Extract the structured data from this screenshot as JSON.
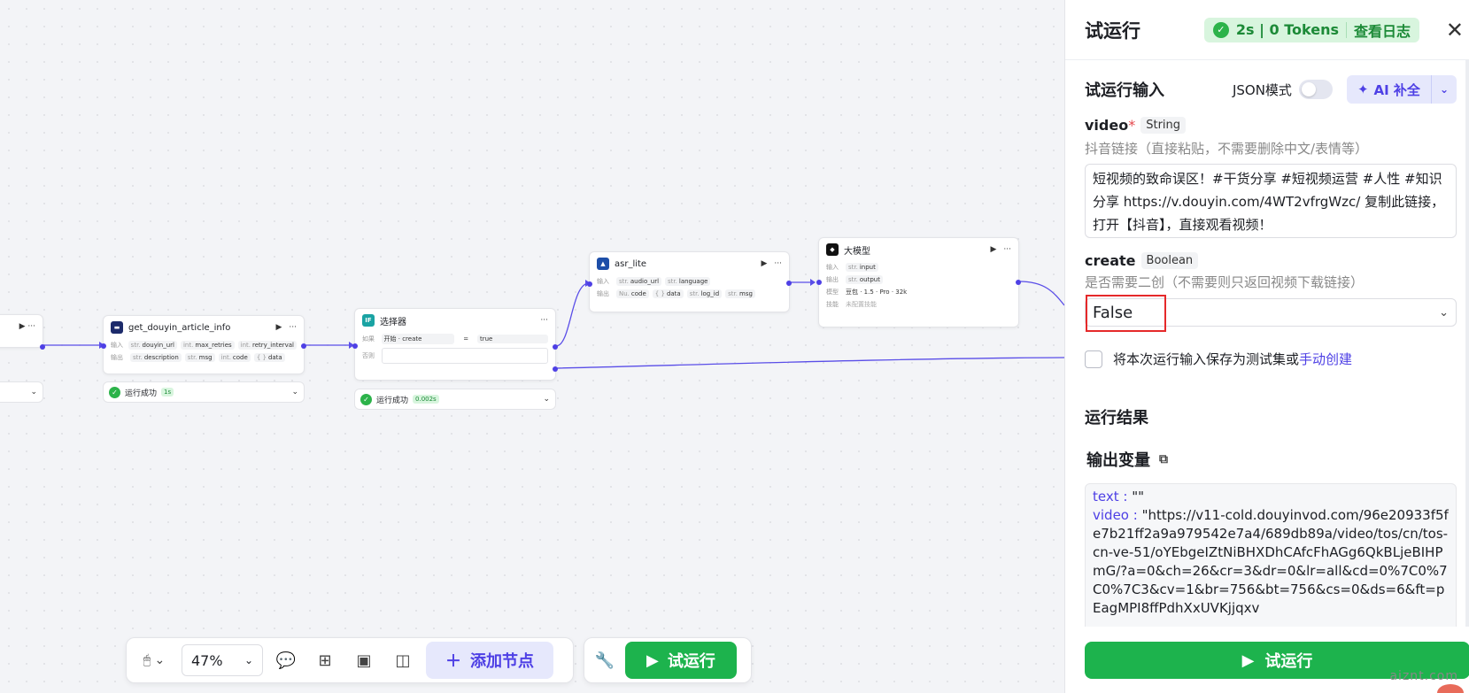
{
  "canvas": {
    "nodes": {
      "left_partial": {
        "tools": "▶ ···"
      },
      "get_info": {
        "title": "get_douyin_article_info",
        "in_label": "输入",
        "out_label": "输出",
        "inputs": [
          {
            "type": "str.",
            "name": "douyin_url"
          },
          {
            "type": "int.",
            "name": "max_retries"
          },
          {
            "type": "int.",
            "name": "retry_interval"
          }
        ],
        "outputs": [
          {
            "type": "str.",
            "name": "description"
          },
          {
            "type": "str.",
            "name": "msg"
          },
          {
            "type": "int.",
            "name": "code"
          },
          {
            "type": "{ }",
            "name": "data"
          }
        ],
        "status": "运行成功",
        "time": "1s"
      },
      "selector": {
        "title": "选择器",
        "if_label": "如果",
        "else_label": "否则",
        "cond_left": "开始 · create",
        "cond_op": "=",
        "cond_right": "true",
        "status": "运行成功",
        "time": "0.002s"
      },
      "asr": {
        "title": "asr_lite",
        "in_label": "输入",
        "out_label": "输出",
        "inputs": [
          {
            "type": "str.",
            "name": "audio_url"
          },
          {
            "type": "str.",
            "name": "language"
          }
        ],
        "outputs": [
          {
            "type": "Nu.",
            "name": "code"
          },
          {
            "type": "{ }",
            "name": "data"
          },
          {
            "type": "str.",
            "name": "log_id"
          },
          {
            "type": "str.",
            "name": "msg"
          }
        ]
      },
      "llm": {
        "title": "大模型",
        "in_label": "输入",
        "out_label": "输出",
        "model_label": "模型",
        "skill_label": "技能",
        "input": {
          "type": "str.",
          "name": "input"
        },
        "output": {
          "type": "str.",
          "name": "output"
        },
        "model": "豆包 · 1.5 · Pro · 32k",
        "skill": "未配置技能"
      }
    }
  },
  "toolbar": {
    "zoom": "47%",
    "add_node": "添加节点",
    "run": "试运行"
  },
  "panel": {
    "title": "试运行",
    "run_stats": "2s | 0 Tokens",
    "view_log": "查看日志",
    "input_section": "试运行输入",
    "json_mode": "JSON模式",
    "ai_fill": "AI 补全",
    "video_field": {
      "name": "video",
      "type": "String",
      "description": "抖音链接（直接粘贴，不需要删除中文/表情等）",
      "value": "短视频的致命误区！#干货分享 #短视频运营 #人性 #知识分享 https://v.douyin.com/4WT2vfrgWzc/ 复制此链接，打开【抖音】，直接观看视频！"
    },
    "create_field": {
      "name": "create",
      "type": "Boolean",
      "description": "是否需要二创（不需要则只返回视频下载链接）",
      "value": "False"
    },
    "save_text": "将本次运行输入保存为测试集或",
    "save_link": "手动创建",
    "result_section": "运行结果",
    "output_vars": "输出变量",
    "output": {
      "text_key": "text :",
      "text_val": "\"\"",
      "video_key": "video :",
      "video_val": "\"https://v11-cold.douyinvod.com/96e20933f5fe7b21ff2a9a979542e7a4/689db89a/video/tos/cn/tos-cn-ve-51/oYEbgeIZtNiBHXDhCAfcFhAGg6QkBLjeBIHPmG/?a=0&ch=26&cr=3&dr=0&lr=all&cd=0%7C0%7C0%7C3&cv=1&br=756&bt=756&cs=0&ds=6&ft=pEagMPI8ffPdhXxUVKjjqxv"
    },
    "run_button": "试运行"
  },
  "watermark": "aiznt.com",
  "colors": {
    "accent": "#4e40e5",
    "success": "#1db34d",
    "highlight": "#e5292a"
  }
}
